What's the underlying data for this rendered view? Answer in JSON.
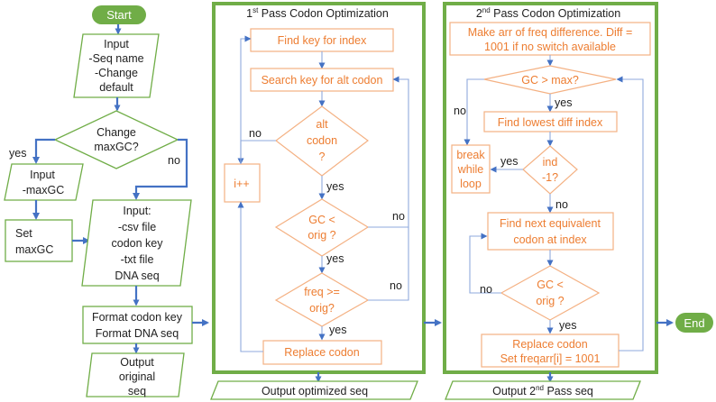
{
  "colors": {
    "green": "#70AD47",
    "orange": "#ED7D31",
    "light_orange": "#F4B183",
    "blue": "#4472C4",
    "light_blue": "#8FAADC"
  },
  "main_flow": {
    "start": "Start",
    "input_seq": [
      "Input",
      "-Seq name",
      "-Change",
      "default"
    ],
    "change_decision": [
      "Change",
      "maxGC?"
    ],
    "yes": "yes",
    "no": "no",
    "input_maxgc": [
      "Input",
      "-maxGC"
    ],
    "set_maxgc": [
      "Set",
      "maxGC"
    ],
    "input_files": [
      "Input:",
      "-csv file",
      "codon key",
      "-txt file",
      "DNA seq"
    ],
    "format": [
      "Format codon key",
      "Format DNA seq"
    ],
    "output_original": [
      "Output",
      "original",
      "seq"
    ],
    "end": "End"
  },
  "pass1": {
    "title_prefix": "1",
    "title_sup": "st",
    "title_rest": " Pass Codon Optimization",
    "find_key": "Find key for index",
    "search_alt": "Search key for alt codon",
    "alt_decision": [
      "alt",
      "codon",
      "?"
    ],
    "no_label": "no",
    "yes_label": "yes",
    "increment": "i++",
    "gc_decision": [
      "GC <",
      "orig ?"
    ],
    "freq_decision": [
      "freq >=",
      "orig?"
    ],
    "replace": "Replace codon",
    "output": "Output optimized seq"
  },
  "pass2": {
    "title_prefix": "2",
    "title_sup": "nd",
    "title_rest": " Pass Codon Optimization",
    "make_arr": [
      "Make arr of freq difference. Diff =",
      "1001 if no switch available"
    ],
    "gc_max": "GC > max?",
    "yes_label": "yes",
    "no_label": "no",
    "find_lowest": "Find lowest diff index",
    "break_loop": [
      "break",
      "while",
      "loop"
    ],
    "ind_decision": [
      "ind",
      "-1?"
    ],
    "find_next": [
      "Find next equivalent",
      "codon at index"
    ],
    "gc_orig": [
      "GC <",
      "orig ?"
    ],
    "replace": [
      "Replace codon",
      "Set freqarr[i] = 1001"
    ],
    "output_prefix": "Output 2",
    "output_sup": "nd",
    "output_rest": " Pass seq"
  }
}
